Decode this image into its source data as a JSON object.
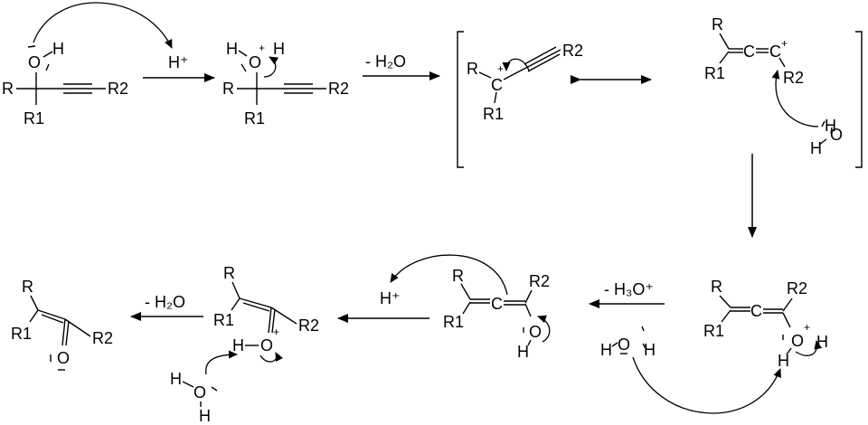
{
  "atoms": {
    "R": "R",
    "R1": "R1",
    "R2": "R2",
    "O": "O",
    "H": "H",
    "C": "C",
    "plus": "+",
    "lp": "-"
  },
  "reagents": {
    "proton": "H⁺",
    "minus_water": "- H₂O",
    "minus_hydronium": "- H₃O⁺"
  }
}
